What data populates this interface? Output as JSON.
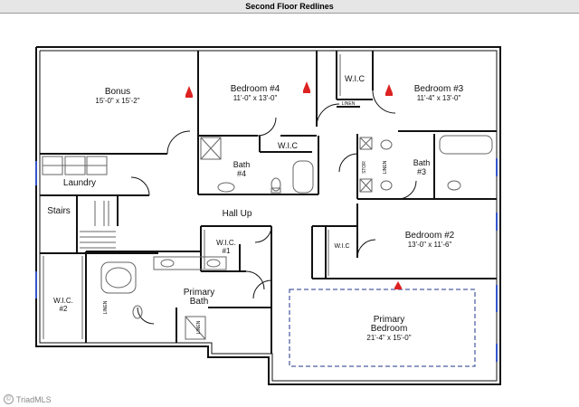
{
  "header": {
    "title": "Second Floor Redlines"
  },
  "watermark": {
    "text": "TriadMLS",
    "icon": "copyright-icon"
  },
  "colors": {
    "wall": "#111111",
    "window": "#3355cc",
    "redline": "#dd2222",
    "fixture": "#666666",
    "bed_outline": "#223388"
  },
  "rooms": {
    "bonus": {
      "name": "Bonus",
      "dims": "15'-0\" x 15'-2\""
    },
    "bedroom4": {
      "name": "Bedroom #4",
      "dims": "11'-0\" x 13'-0\""
    },
    "wic_top": {
      "name": "W.I.C"
    },
    "linen_top": {
      "name": "LINEN"
    },
    "bedroom3": {
      "name": "Bedroom #3",
      "dims": "11'-4\" x 13'-0\""
    },
    "wic_mid": {
      "name": "W.I.C"
    },
    "bath4": {
      "name": "Bath",
      "number": "#4"
    },
    "bath3": {
      "name": "Bath",
      "number": "#3"
    },
    "stor": {
      "name": "STOR"
    },
    "linen_bath3": {
      "name": "LINEN"
    },
    "laundry": {
      "name": "Laundry"
    },
    "stairs": {
      "name": "Stairs"
    },
    "hall": {
      "name": "Hall Up"
    },
    "wic1": {
      "name": "W.I.C.",
      "number": "#1"
    },
    "wic_bed2": {
      "name": "W.I.C"
    },
    "bedroom2": {
      "name": "Bedroom #2",
      "dims": "13'-0\" x 11'-6\""
    },
    "wic2": {
      "name": "W.I.C.",
      "number": "#2"
    },
    "linen_primary": {
      "name": "LINEN"
    },
    "primary_bath": {
      "line1": "Primary",
      "line2": "Bath"
    },
    "linen_primary2": {
      "name": "LINEN"
    },
    "primary_bedroom": {
      "line1": "Primary",
      "line2": "Bedroom",
      "dims": "21'-4\" x 15'-0\""
    }
  },
  "redline_marks": [
    "arrow-bonus",
    "arrow-bedroom4",
    "arrow-bedroom3",
    "arrow-primary"
  ]
}
